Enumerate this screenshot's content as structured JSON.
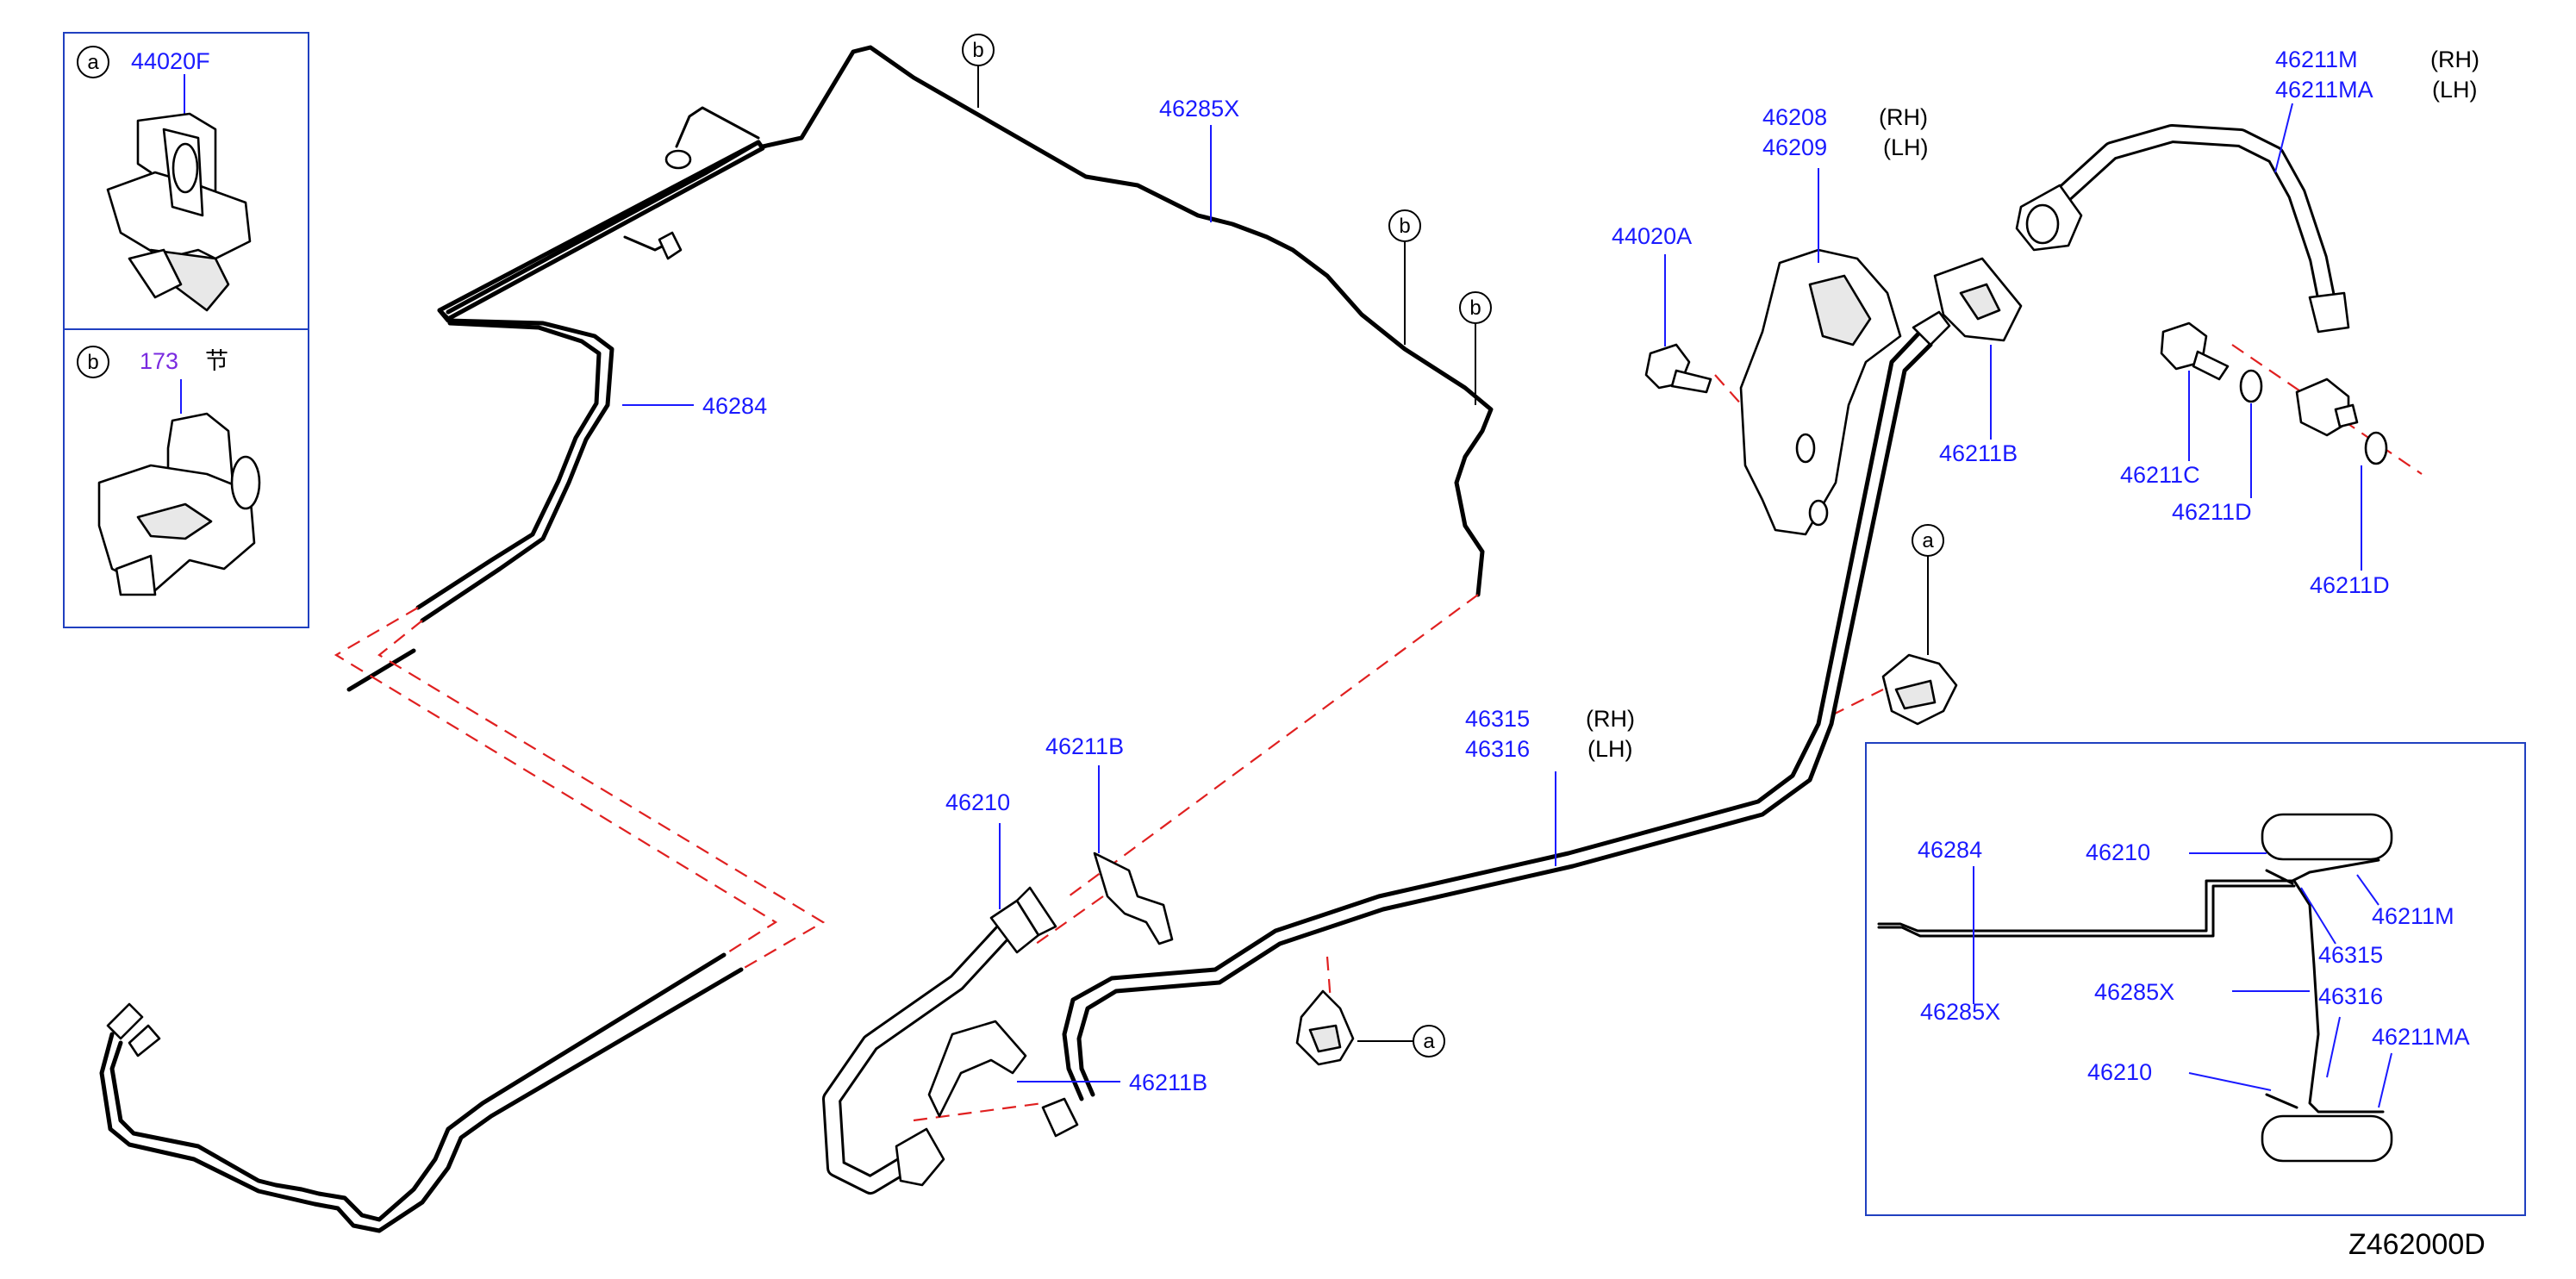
{
  "diagram": {
    "code": "Z462000D",
    "inset_a": {
      "letter": "a",
      "part": "44020F"
    },
    "inset_b": {
      "letter": "b",
      "part": "173",
      "kanji": "节"
    },
    "callout_letters": {
      "a": "a",
      "b": "b"
    },
    "labels": {
      "p46285X": "46285X",
      "p46284": "46284",
      "p44020A": "44020A",
      "p46208": "46208",
      "p46209": "46209",
      "p46211M": "46211M",
      "p46211MA": "46211MA",
      "p46211B_top": "46211B",
      "p46211C": "46211C",
      "p46211D_1": "46211D",
      "p46211D_2": "46211D",
      "p46315": "46315",
      "p46316": "46316",
      "p46211B_mid": "46211B",
      "p46210": "46210",
      "p46211B_low": "46211B"
    },
    "side": {
      "rh": "(RH)",
      "lh": "(LH)"
    },
    "overview": {
      "p46284": "46284",
      "p46285X": "46285X",
      "p46210_top": "46210",
      "p46210_bot": "46210",
      "p46211M": "46211M",
      "p46315": "46315",
      "p46285X_mid": "46285X",
      "p46316": "46316",
      "p46211MA": "46211MA"
    }
  }
}
